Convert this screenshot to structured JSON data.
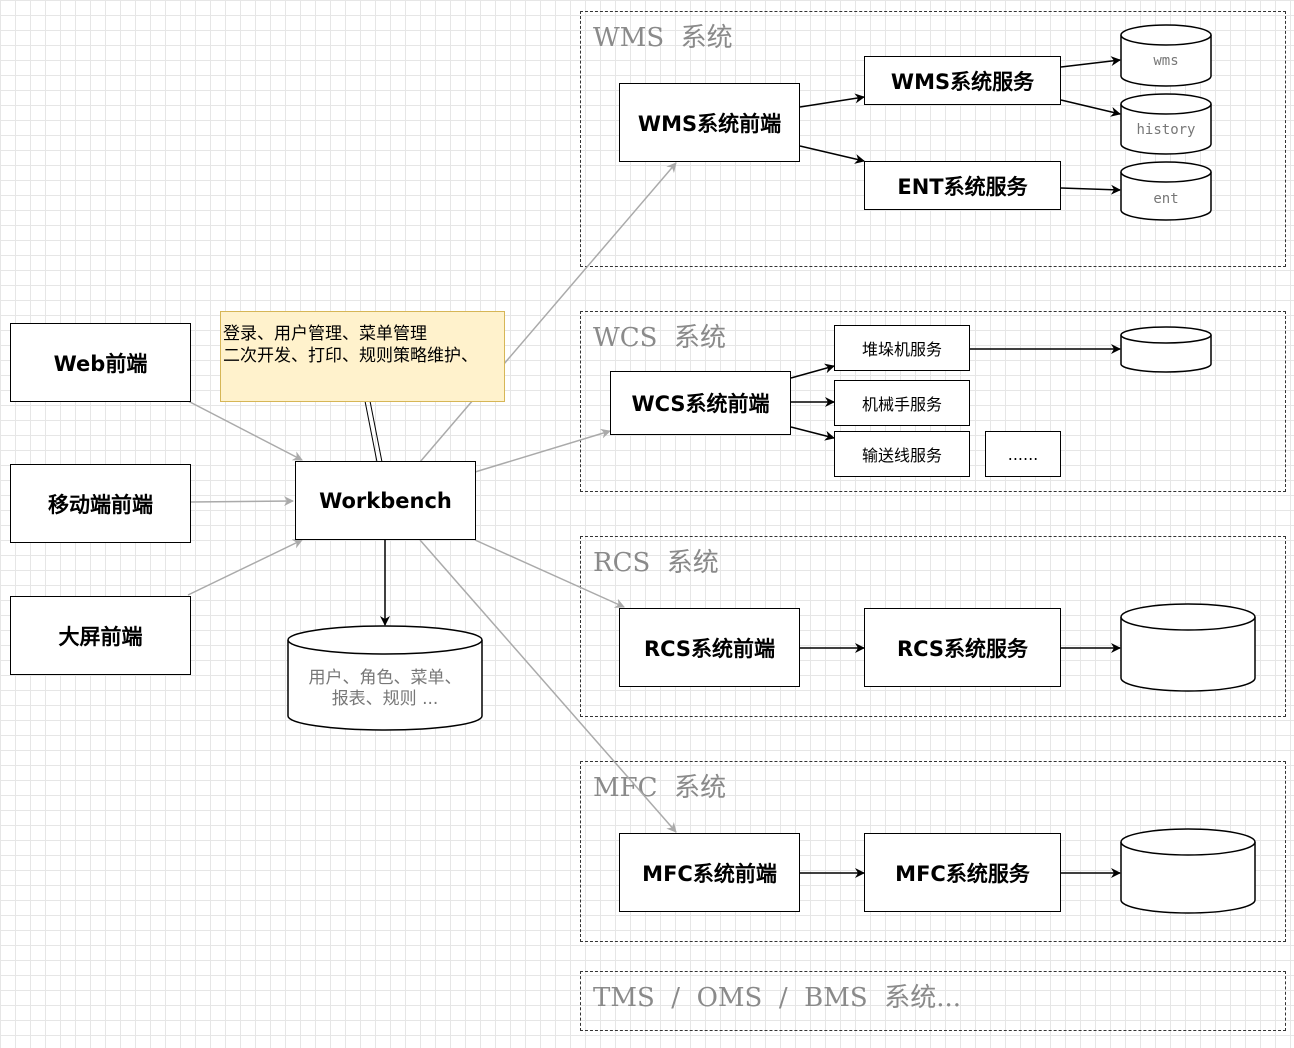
{
  "clients": {
    "web": "Web前端",
    "mobile": "移动端前端",
    "bigscreen": "大屏前端"
  },
  "workbench": {
    "label": "Workbench",
    "note_lines": [
      "登录、用户管理、菜单管理",
      "二次开发、打印、规则策略维护、"
    ],
    "db_lines": [
      "用户、角色、菜单、",
      "报表、规则 ..."
    ]
  },
  "wms": {
    "title": "WMS  系统",
    "frontend": "WMS系统前端",
    "service": "WMS系统服务",
    "ent_service": "ENT系统服务",
    "db_wms": "wms",
    "db_history": "history",
    "db_ent": "ent"
  },
  "wcs": {
    "title": "WCS  系统",
    "frontend": "WCS系统前端",
    "svc_stacker": "堆垛机服务",
    "svc_robot": "机械手服务",
    "svc_conveyor": "输送线服务",
    "svc_more": "......"
  },
  "rcs": {
    "title": "RCS  系统",
    "frontend": "RCS系统前端",
    "service": "RCS系统服务"
  },
  "mfc": {
    "title": "MFC  系统",
    "frontend": "MFC系统前端",
    "service": "MFC系统服务"
  },
  "others": {
    "title": "TMS  /  OMS  /  BMS  系统..."
  }
}
